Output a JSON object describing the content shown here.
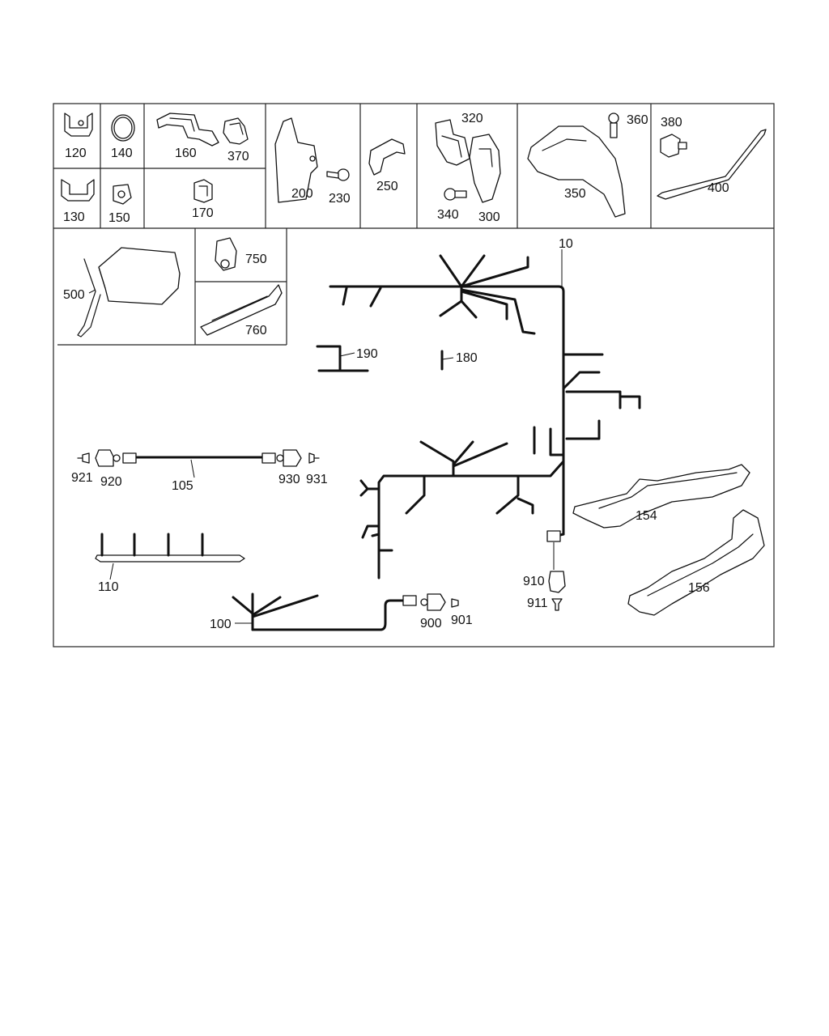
{
  "labels": {
    "p10": "10",
    "p100": "100",
    "p105": "105",
    "p110": "110",
    "p120": "120",
    "p130": "130",
    "p140": "140",
    "p150": "150",
    "p154": "154",
    "p156": "156",
    "p160": "160",
    "p170": "170",
    "p180": "180",
    "p190": "190",
    "p200": "200",
    "p230": "230",
    "p250": "250",
    "p300": "300",
    "p320": "320",
    "p340": "340",
    "p350": "350",
    "p360": "360",
    "p370": "370",
    "p380": "380",
    "p400": "400",
    "p500": "500",
    "p750": "750",
    "p760": "760",
    "p900": "900",
    "p901": "901",
    "p910": "910",
    "p911": "911",
    "p920": "920",
    "p921": "921",
    "p930": "930",
    "p931": "931"
  }
}
